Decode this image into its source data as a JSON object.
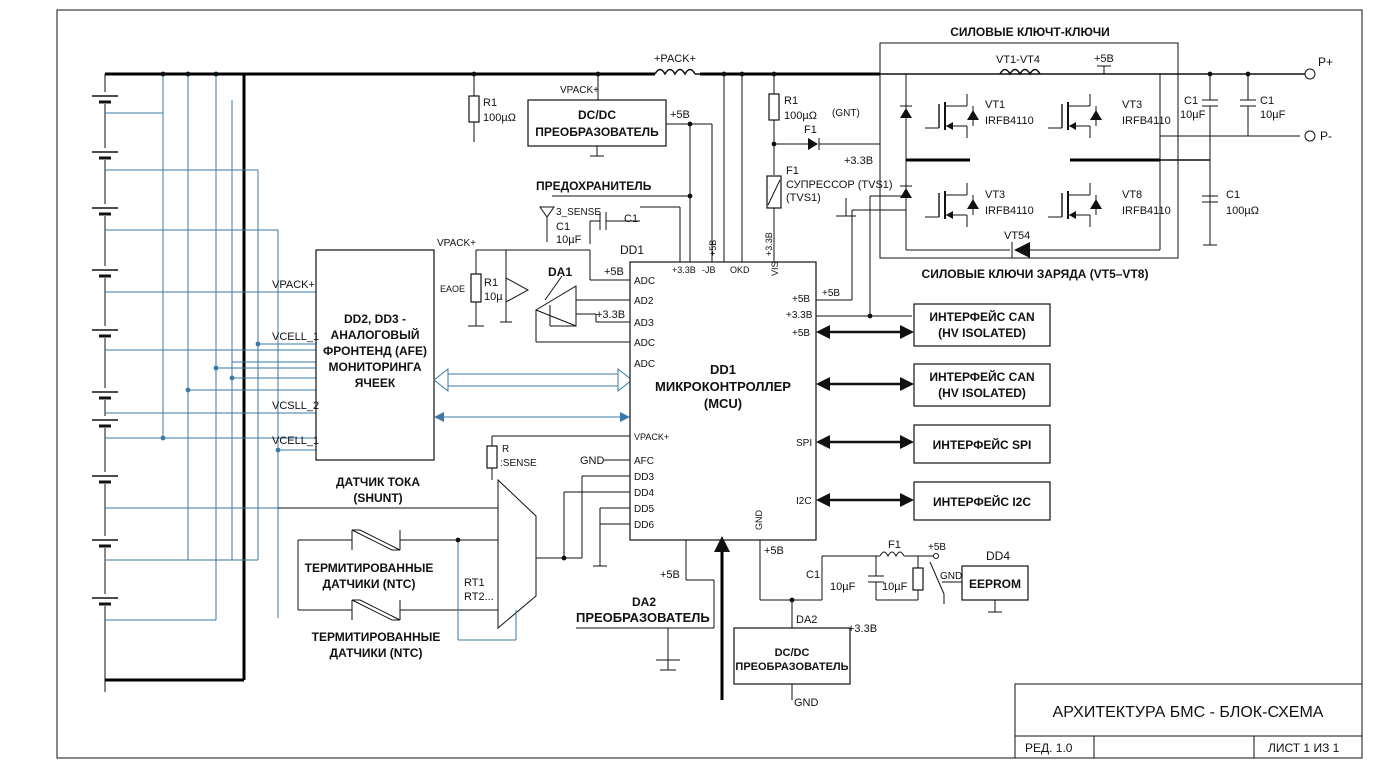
{
  "title_block": {
    "title": "АРХИТЕКТУРА БМС - БЛОК-СХЕМА",
    "revision": "РЕД. 1.0",
    "sheet": "ЛИСТ 1 ИЗ 1"
  },
  "power_switches": {
    "top_title": "СИЛОВЫЕ КЛЮЧТ-КЛЮЧИ",
    "bottom_title": "СИЛОВЫЕ КЛЮЧИ ЗАРЯДА (VT5–VT8)",
    "vt_top_label": "VT1-VT4",
    "plus5": "+5B",
    "vt1": "VT1",
    "vt1_part": "IRFB4110",
    "vt3a": "VT3",
    "vt3a_part": "IRFB4110",
    "vt3b": "VT3",
    "vt3b_part": "IRFB4110",
    "vt8": "VT8",
    "vt8_part": "IRFB4110",
    "vt54": "VT54"
  },
  "terminals": {
    "p_plus": "P+",
    "p_minus": "P-"
  },
  "caps_right": {
    "c1a": "C1",
    "c1a_val": "10µF",
    "c1b": "C1",
    "c1b_val": "10µF",
    "c1c": "C1",
    "c1c_val": "100µΩ"
  },
  "top_line": {
    "pack_label": "+PACK+",
    "vpack": "VPACK+",
    "r1_left": "R1",
    "r1_left_val": "100µΩ",
    "dcdc_top_1": "DC/DC",
    "dcdc_top_2": "ПРЕОБРАЗОВАТЕЛЬ",
    "plus5": "+5B",
    "r1_mid": "R1",
    "r1_mid_val": "100µΩ",
    "gnd_note": "(GNT)",
    "f1_top": "F1",
    "plus33": "+3.3B",
    "f1_tvs": "F1",
    "tvs_1": "СУПРЕССОР (TVS1)",
    "tvs_2": "(TVS1)"
  },
  "fuse_area": {
    "title": "ПРЕДОХРАНИТЕЛЬ",
    "sense": "3_SENSE",
    "c1": "C1",
    "c1_val": "10µF",
    "c1_right": "C1",
    "vpack": "VPACK+",
    "eaoe": "EAOE",
    "r1": "R1",
    "r1_val": "10µ",
    "da1": "DA1",
    "plus5": "+5B",
    "plus33": "+3.3B"
  },
  "mcu": {
    "ref_top": "DD1",
    "ref": "DD1",
    "name": "МИКРОКОНТРОЛЛЕР",
    "abbr": "(MCU)",
    "pins_left": [
      "ADC",
      "AD2",
      "ADЗ",
      "ADC",
      "ADC"
    ],
    "pins_left_lower": [
      "VPACK+",
      "AFC",
      "DD3",
      "DD4",
      "DD5",
      "DD6"
    ],
    "pins_top": [
      "+3.3B",
      "-JB",
      "OKD",
      "VIS"
    ],
    "pin_top_v1": "+5B",
    "pin_top_v2": "+3.3B",
    "pins_right": [
      "+5B",
      "+3.3B",
      "+5B",
      "SPI",
      "I2C"
    ],
    "pin_bottom": "GND",
    "ext_plus5": "+5B",
    "ext_plus5_right": "+5B",
    "gnd_label": "GND"
  },
  "afe": {
    "line1": "DD2, DD3 -",
    "line2": "АНАЛОГОВЫЙ",
    "line3": "ФРОНТЕНД (AFE)",
    "line4": "МОНИТОРИНГА",
    "line5": "ЯЧЕЕК",
    "in_vpack": "VPACK+",
    "in_vcell1": "VCELL_1",
    "in_vcsll2": "VCSLL_2",
    "in_vcell1b": "VCELL_1"
  },
  "shunt": {
    "line1": "ДАТЧИК ТОКА",
    "line2": "(SHUNT)",
    "r_sense_1": "R",
    "r_sense_2": ":SENSE"
  },
  "ntc": {
    "top_1": "ТЕРМИТИРОВАННЫЕ",
    "top_2": "ДАТЧИКИ (NTC)",
    "bottom_1": "ТЕРМИТИРОВАННЫЕ",
    "bottom_2": "ДАТЧИКИ (NTC)",
    "rt1": "RT1",
    "rt2": "RT2..."
  },
  "interfaces": [
    {
      "line1": "ИНТЕРФЕЙС CAN",
      "line2": "(HV ISOLATED)"
    },
    {
      "line1": "ИНТЕРФЕЙС CAN",
      "line2": "(HV ISOLATED)"
    },
    {
      "line1": "ИНТЕРФЕЙС SPI",
      "line2": ""
    },
    {
      "line1": "ИНТЕРФЕЙС I2C",
      "line2": ""
    }
  ],
  "da2": {
    "plus5": "+5B",
    "ref": "DA2",
    "name": "ПРЕОБРАЗОВАТЕЛЬ"
  },
  "dcdc_bottom": {
    "ref": "DA2",
    "plus33": "+3.3B",
    "line1": "DC/DC",
    "line2": "ПРЕОБРАЗОВАТЕЛЬ",
    "gnd": "GND"
  },
  "eeprom": {
    "ref": "DD4",
    "name": "EEPROM",
    "f1": "F1",
    "plus5": "+5B",
    "gnd": "GND",
    "c1": "C1",
    "c1_val": "10µF",
    "c2_val": "10µF"
  }
}
